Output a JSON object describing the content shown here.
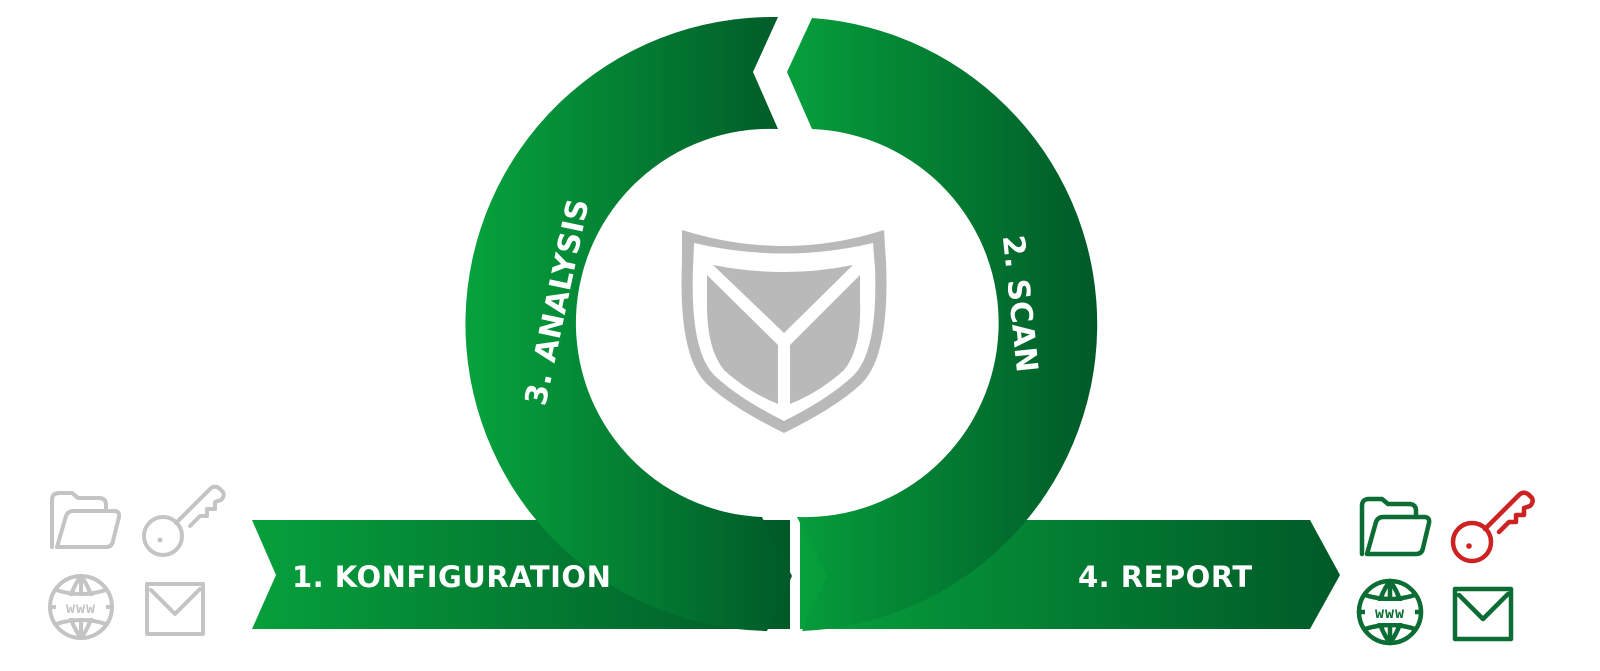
{
  "diagram": {
    "steps": [
      {
        "label": "1. KONFIGURATION"
      },
      {
        "label": "2. SCAN"
      },
      {
        "label": "3. ANALYSIS"
      },
      {
        "label": "4. REPORT"
      }
    ]
  },
  "colors": {
    "green_light": "#06a03c",
    "green_dark": "#005a28",
    "shield_gray": "#b9b9b9",
    "icon_gray": "#c4c4c4",
    "icon_green": "#0b6d34",
    "icon_red": "#cc2222"
  },
  "icons": {
    "left": [
      "folder-icon",
      "key-icon",
      "globe-www-icon",
      "envelope-icon"
    ],
    "right": [
      "folder-icon",
      "key-icon",
      "globe-www-icon",
      "envelope-icon"
    ],
    "www_text": "www"
  }
}
